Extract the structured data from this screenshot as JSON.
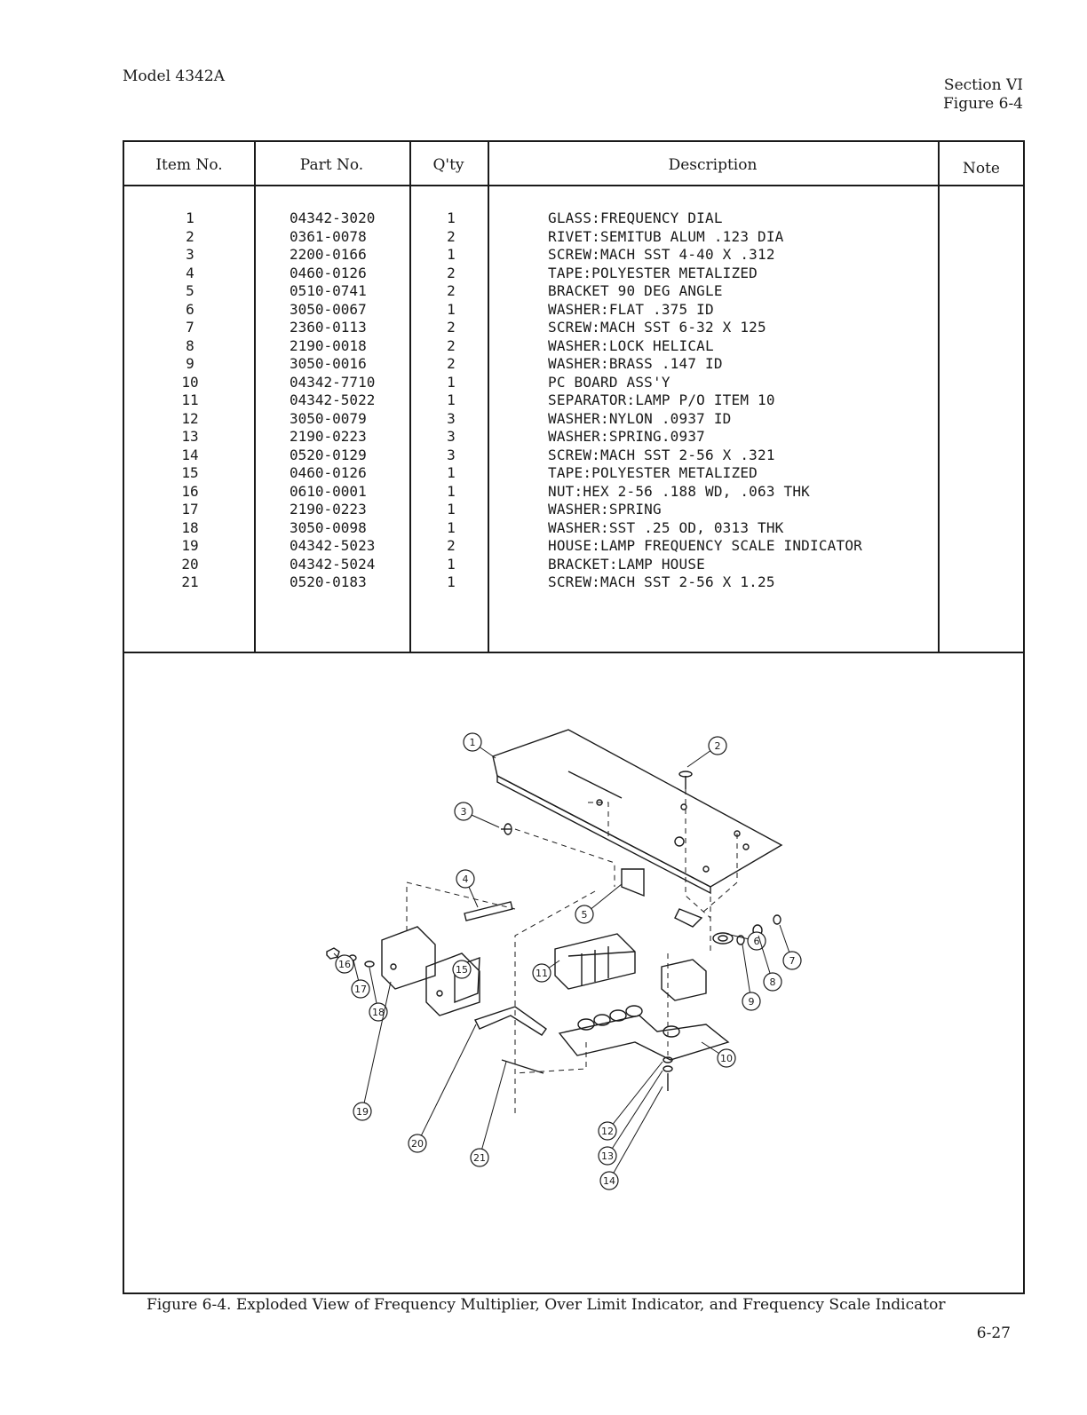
{
  "header": {
    "model": "Model 4342A",
    "section": "Section VI",
    "figure": "Figure 6-4"
  },
  "table": {
    "columns": [
      "Item No.",
      "Part No.",
      "Q'ty",
      "Description",
      "Note"
    ],
    "rows": [
      {
        "item": "1",
        "part": "04342-3020",
        "qty": "1",
        "desc": "GLASS:FREQUENCY DIAL"
      },
      {
        "item": "2",
        "part": "0361-0078",
        "qty": "2",
        "desc": "RIVET:SEMITUB ALUM .123 DIA"
      },
      {
        "item": "3",
        "part": "2200-0166",
        "qty": "1",
        "desc": "SCREW:MACH SST 4-40 X .312"
      },
      {
        "item": "4",
        "part": "0460-0126",
        "qty": "2",
        "desc": "TAPE:POLYESTER METALIZED"
      },
      {
        "item": "5",
        "part": "0510-0741",
        "qty": "2",
        "desc": "BRACKET 90 DEG ANGLE"
      },
      {
        "item": "6",
        "part": "3050-0067",
        "qty": "1",
        "desc": "WASHER:FLAT .375 ID"
      },
      {
        "item": "7",
        "part": "2360-0113",
        "qty": "2",
        "desc": "SCREW:MACH SST 6-32 X 125"
      },
      {
        "item": "8",
        "part": "2190-0018",
        "qty": "2",
        "desc": "WASHER:LOCK HELICAL"
      },
      {
        "item": "9",
        "part": "3050-0016",
        "qty": "2",
        "desc": "WASHER:BRASS .147 ID"
      },
      {
        "item": "10",
        "part": "04342-7710",
        "qty": "1",
        "desc": "PC BOARD ASS'Y"
      },
      {
        "item": "11",
        "part": "04342-5022",
        "qty": "1",
        "desc": "SEPARATOR:LAMP P/O ITEM 10"
      },
      {
        "item": "12",
        "part": "3050-0079",
        "qty": "3",
        "desc": "WASHER:NYLON .0937 ID"
      },
      {
        "item": "13",
        "part": "2190-0223",
        "qty": "3",
        "desc": "WASHER:SPRING.0937"
      },
      {
        "item": "14",
        "part": "0520-0129",
        "qty": "3",
        "desc": "SCREW:MACH SST 2-56 X .321"
      },
      {
        "item": "15",
        "part": "0460-0126",
        "qty": "1",
        "desc": "TAPE:POLYESTER METALIZED"
      },
      {
        "item": "16",
        "part": "0610-0001",
        "qty": "1",
        "desc": "NUT:HEX 2-56 .188 WD, .063 THK"
      },
      {
        "item": "17",
        "part": "2190-0223",
        "qty": "1",
        "desc": "WASHER:SPRING"
      },
      {
        "item": "18",
        "part": "3050-0098",
        "qty": "1",
        "desc": "WASHER:SST .25 OD, 0313 THK"
      },
      {
        "item": "19",
        "part": "04342-5023",
        "qty": "2",
        "desc": "HOUSE:LAMP FREQUENCY SCALE INDICATOR"
      },
      {
        "item": "20",
        "part": "04342-5024",
        "qty": "1",
        "desc": "BRACKET:LAMP HOUSE"
      },
      {
        "item": "21",
        "part": "0520-0183",
        "qty": "1",
        "desc": "SCREW:MACH SST 2-56 X 1.25"
      }
    ]
  },
  "diagram": {
    "callouts": [
      "1",
      "2",
      "3",
      "4",
      "5",
      "6",
      "7",
      "8",
      "9",
      "10",
      "11",
      "12",
      "13",
      "14",
      "15",
      "16",
      "17",
      "18",
      "19",
      "20",
      "21"
    ]
  },
  "caption": "Figure 6-4.  Exploded View of Frequency Multiplier, Over Limit Indicator, and Frequency Scale Indicator",
  "page_number": "6-27"
}
